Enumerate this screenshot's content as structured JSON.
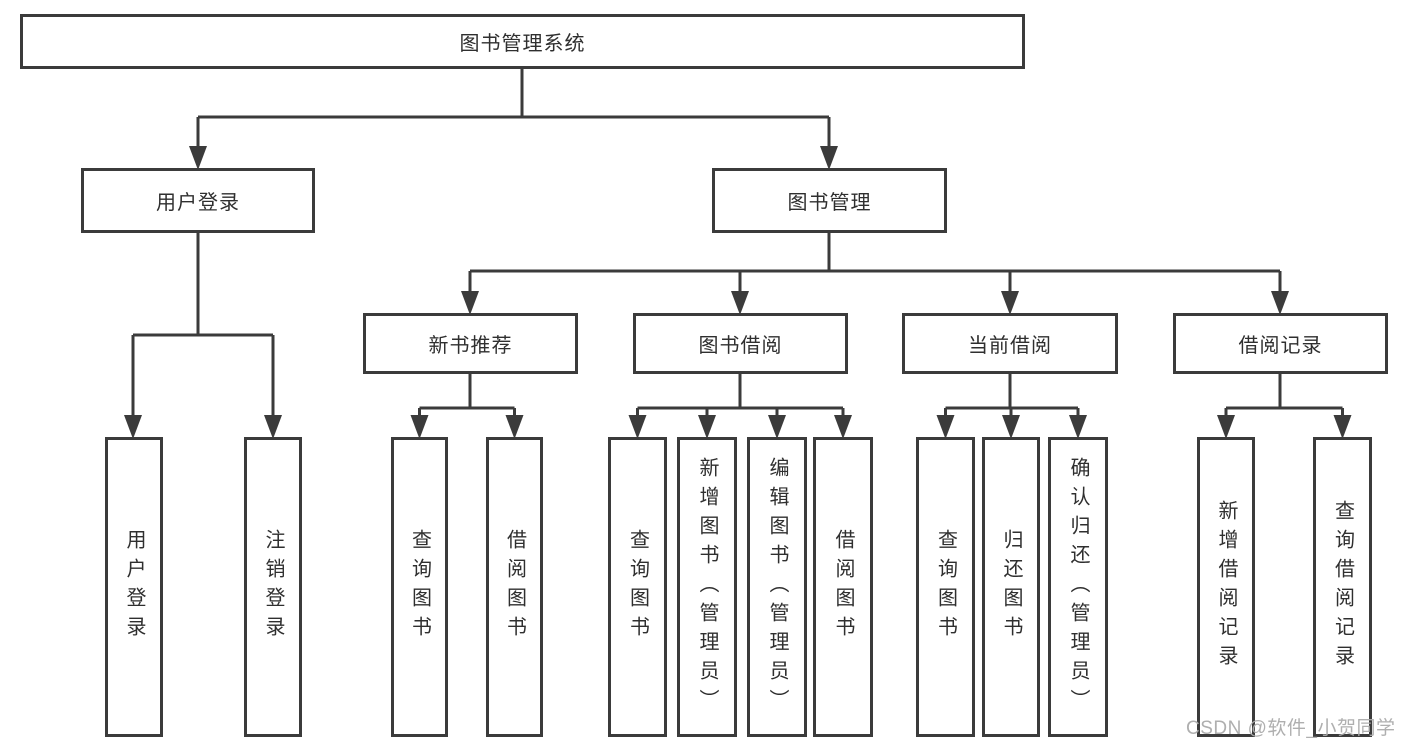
{
  "colors": {
    "line": "#3b3b3b",
    "text": "#2f2f2f",
    "background": "#ffffff",
    "watermark": "#ababab"
  },
  "watermark": {
    "text": "CSDN @软件_小贺同学"
  },
  "tree": {
    "label": "图书管理系统",
    "children": [
      {
        "label": "用户登录",
        "children": [
          {
            "label": "用户登录"
          },
          {
            "label": "注销登录"
          }
        ]
      },
      {
        "label": "图书管理",
        "children": [
          {
            "label": "新书推荐",
            "children": [
              {
                "label": "查询图书"
              },
              {
                "label": "借阅图书"
              }
            ]
          },
          {
            "label": "图书借阅",
            "children": [
              {
                "label": "查询图书"
              },
              {
                "label": "新增图书（管理员）"
              },
              {
                "label": "编辑图书（管理员）"
              },
              {
                "label": "借阅图书"
              }
            ]
          },
          {
            "label": "当前借阅",
            "children": [
              {
                "label": "查询图书"
              },
              {
                "label": "归还图书"
              },
              {
                "label": "确认归还（管理员）"
              }
            ]
          },
          {
            "label": "借阅记录",
            "children": [
              {
                "label": "新增借阅记录"
              },
              {
                "label": "查询借阅记录"
              }
            ]
          }
        ]
      }
    ]
  }
}
